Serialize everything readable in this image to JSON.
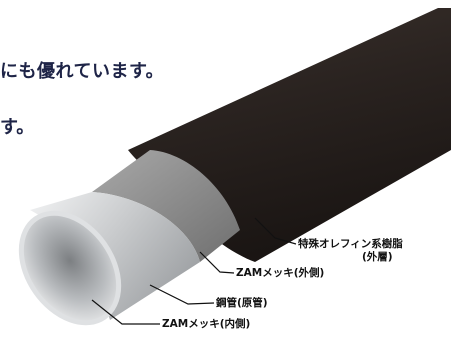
{
  "headline": {
    "line1": "にも優れています。",
    "line2": "す。"
  },
  "labels": {
    "resin_line1": "特殊オレフィン系樹脂",
    "resin_line2": "(外層)",
    "zam_outer": "ZAMメッキ(外側)",
    "steel_pipe": "鋼管(原管)",
    "zam_inner": "ZAMメッキ(内側)"
  },
  "colors": {
    "headline": "#1e2447",
    "resin": "#2a2320",
    "adhesive": "#8f8f8f",
    "steel": "#d8dadc",
    "label": "#111111"
  }
}
